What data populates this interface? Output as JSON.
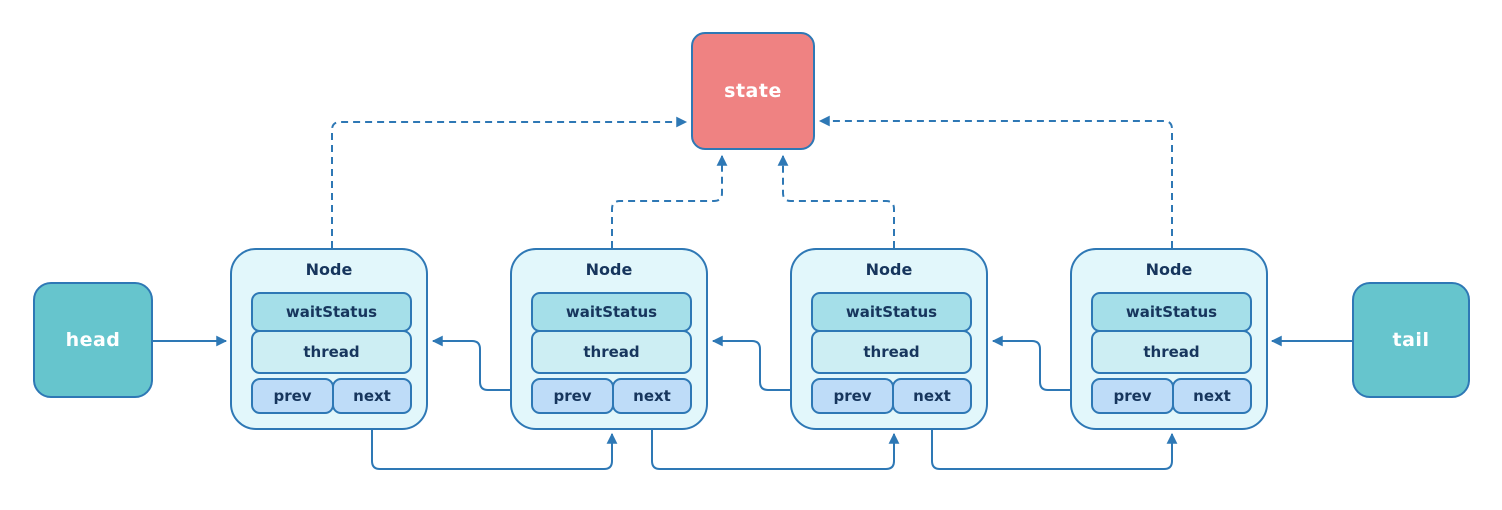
{
  "diagram": {
    "state": {
      "label": "state"
    },
    "head": {
      "label": "head"
    },
    "tail": {
      "label": "tail"
    },
    "nodes": [
      {
        "title": "Node",
        "fields": [
          "waitStatus",
          "thread",
          "prev",
          "next"
        ]
      },
      {
        "title": "Node",
        "fields": [
          "waitStatus",
          "thread",
          "prev",
          "next"
        ]
      },
      {
        "title": "Node",
        "fields": [
          "waitStatus",
          "thread",
          "prev",
          "next"
        ]
      },
      {
        "title": "Node",
        "fields": [
          "waitStatus",
          "thread",
          "prev",
          "next"
        ]
      }
    ],
    "edges": [
      {
        "from": "head",
        "to": "node1",
        "style": "solid"
      },
      {
        "from": "tail",
        "to": "node4",
        "style": "solid"
      },
      {
        "from": "node2.prev",
        "to": "node1",
        "style": "solid"
      },
      {
        "from": "node3.prev",
        "to": "node2",
        "style": "solid"
      },
      {
        "from": "node4.prev",
        "to": "node3",
        "style": "solid"
      },
      {
        "from": "node1.next",
        "to": "node2",
        "style": "solid"
      },
      {
        "from": "node2.next",
        "to": "node3",
        "style": "solid"
      },
      {
        "from": "node3.next",
        "to": "node4",
        "style": "solid"
      },
      {
        "from": "node1",
        "to": "state",
        "style": "dashed"
      },
      {
        "from": "node2",
        "to": "state",
        "style": "dashed"
      },
      {
        "from": "node3",
        "to": "state",
        "style": "dashed"
      },
      {
        "from": "node4",
        "to": "state",
        "style": "dashed"
      }
    ]
  },
  "colors": {
    "stroke": "#2e78b5",
    "navy": "#17365d",
    "node_fill": "#e2f7fb",
    "wait_fill": "#a5dfe9",
    "thread_fill": "#cdeef3",
    "pointer_fill": "#bedcf8",
    "head_tail_fill": "#66c5cd",
    "state_fill": "#ef8282",
    "canvas_bg": "#ffffff"
  }
}
